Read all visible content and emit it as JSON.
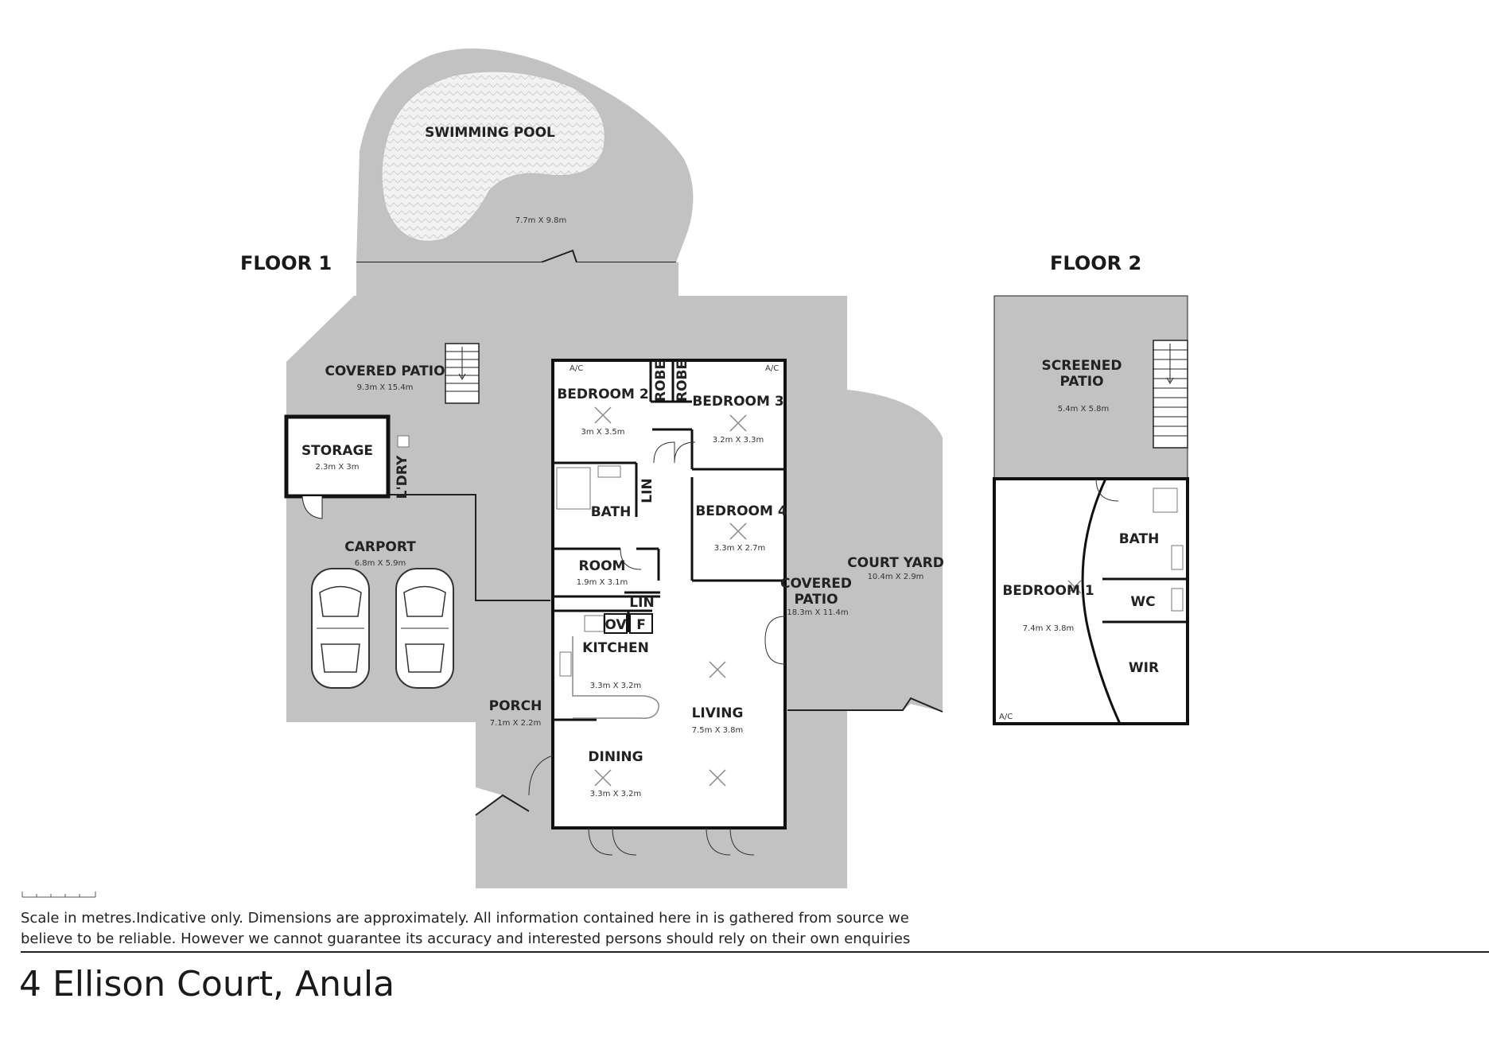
{
  "floors": {
    "floor1": "FLOOR 1",
    "floor2": "FLOOR 2"
  },
  "rooms": {
    "pool": {
      "name": "SWIMMING POOL",
      "dim": "7.7m X 9.8m"
    },
    "covered_patio_back": {
      "name": "COVERED PATIO",
      "dim": "9.3m X 15.4m"
    },
    "storage": {
      "name": "STORAGE",
      "dim": "2.3m X 3m"
    },
    "laundry": {
      "name": "L'DRY"
    },
    "carport": {
      "name": "CARPORT",
      "dim": "6.8m X 5.9m"
    },
    "bedroom2": {
      "name": "BEDROOM 2",
      "dim": "3m X 3.5m"
    },
    "robe1": {
      "name": "ROBE"
    },
    "robe2": {
      "name": "ROBE"
    },
    "bedroom3": {
      "name": "BEDROOM 3",
      "dim": "3.2m X 3.3m"
    },
    "bath1": {
      "name": "BATH"
    },
    "lin1": {
      "name": "LIN"
    },
    "bedroom4": {
      "name": "BEDROOM 4",
      "dim": "3.3m X 2.7m"
    },
    "room": {
      "name": "ROOM",
      "dim": "1.9m X 3.1m"
    },
    "lin2": {
      "name": "LIN"
    },
    "ov": {
      "name": "OV"
    },
    "fridge": {
      "name": "F"
    },
    "kitchen": {
      "name": "KITCHEN",
      "dim": "3.3m X 3.2m"
    },
    "covered_patio_side": {
      "name1": "COVERED",
      "name2": "PATIO",
      "dim": "18.3m X 11.4m"
    },
    "court_yard": {
      "name": "COURT YARD",
      "dim": "10.4m X 2.9m"
    },
    "porch": {
      "name": "PORCH",
      "dim": "7.1m X 2.2m"
    },
    "living": {
      "name": "LIVING",
      "dim": "7.5m X 3.8m"
    },
    "dining": {
      "name": "DINING",
      "dim": "3.3m X 3.2m"
    },
    "screened_patio": {
      "name1": "SCREENED",
      "name2": "PATIO",
      "dim": "5.4m X 5.8m"
    },
    "bath2": {
      "name": "BATH"
    },
    "bedroom1": {
      "name": "BEDROOM 1",
      "dim": "7.4m X 3.8m"
    },
    "wc": {
      "name": "WC"
    },
    "wir": {
      "name": "WIR"
    }
  },
  "ac_label": "A/C",
  "disclaimer": {
    "line1": "Scale in metres.Indicative only. Dimensions are approximately. All information contained here in is gathered from source we",
    "line2": "believe to be reliable. However we cannot guarantee its accuracy and interested persons should rely on their own enquiries"
  },
  "address": "4 Ellison Court, Anula",
  "colors": {
    "outdoor_fill": "#c2c2c2",
    "wall": "#111111",
    "interior": "#ffffff"
  }
}
